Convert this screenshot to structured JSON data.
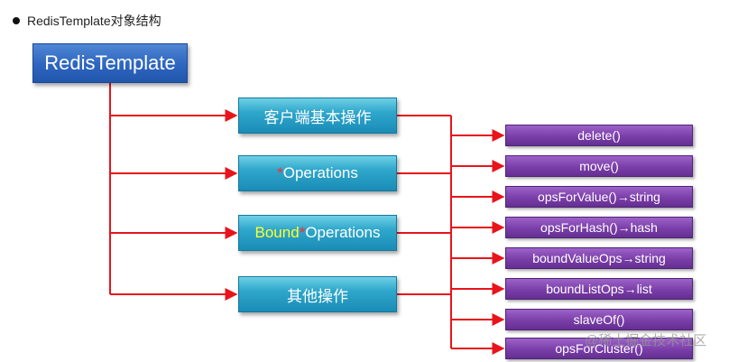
{
  "heading": "RedisTemplate对象结构",
  "root": "RedisTemplate",
  "middle": {
    "m1": "客户端基本操作",
    "m2_star": "*",
    "m2_text": "Operations",
    "m3_bound": "Bound",
    "m3_star": "*",
    "m3_text": "Operations",
    "m4": "其他操作"
  },
  "methods": [
    "delete()",
    "move()",
    "opsForValue()→string",
    "opsForHash()→hash",
    "boundValueOps→string",
    "boundListOps→list",
    "slaveOf()",
    "opsForCluster()"
  ],
  "watermark": "@稀土掘金技术社区",
  "colors": {
    "connector": "#e8141b",
    "root_box": "#2d65bf",
    "middle_box": "#1f9cc4",
    "method_box": "#7a3ea8"
  }
}
